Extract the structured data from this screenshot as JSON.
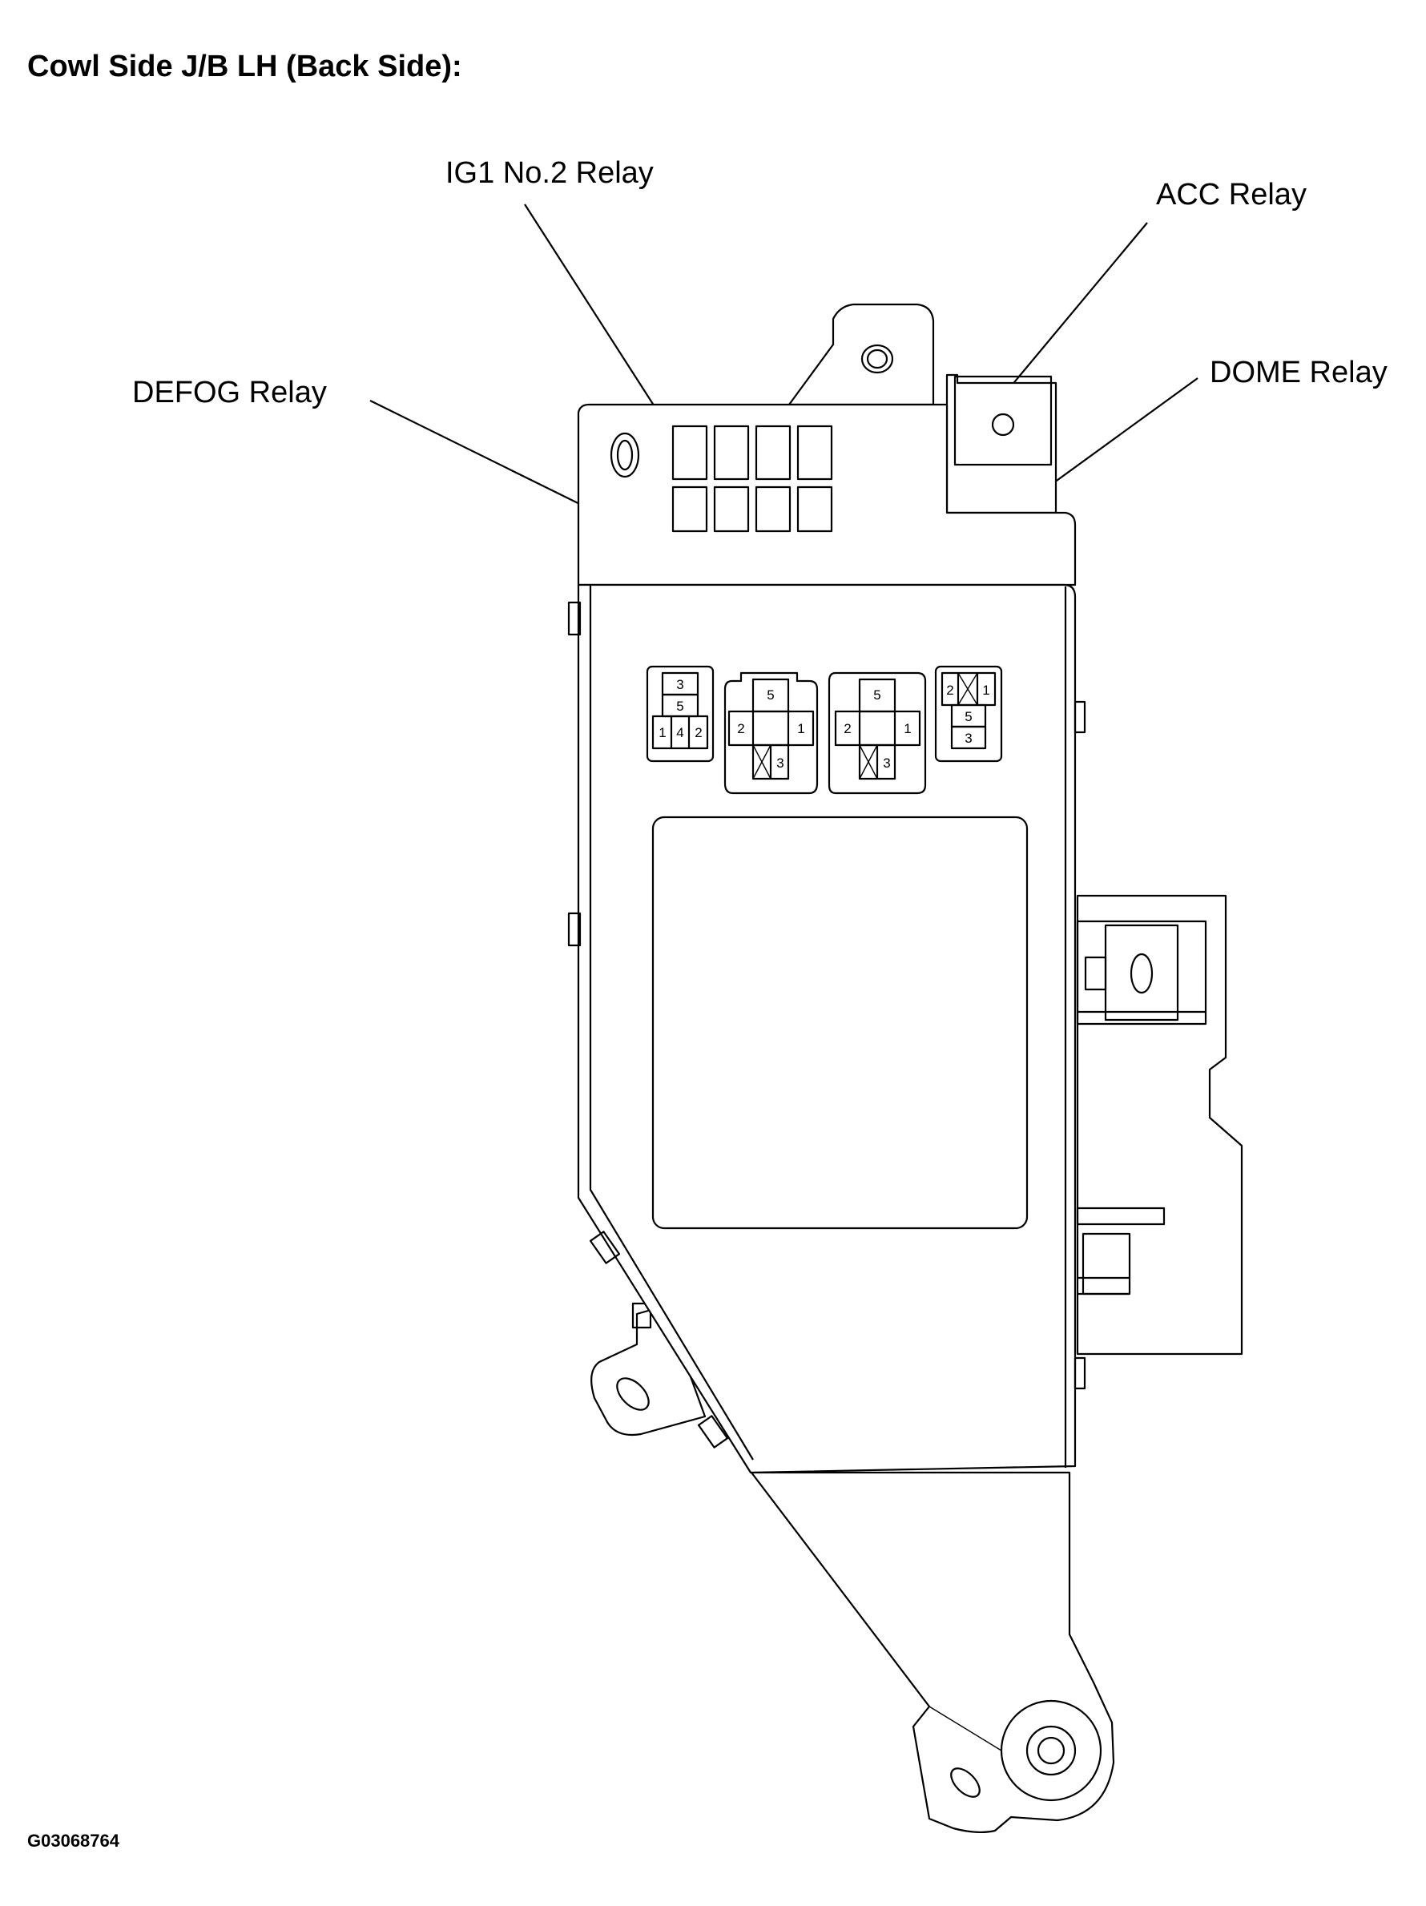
{
  "title": "Cowl Side J/B LH (Back Side):",
  "callouts": {
    "ig1_no2": "IG1 No.2 Relay",
    "acc": "ACC Relay",
    "defog": "DEFOG Relay",
    "dome": "DOME Relay"
  },
  "figure_code": "G03068764",
  "connectors": {
    "c1": [
      "3",
      "5",
      "1",
      "4",
      "2"
    ],
    "c2": [
      "5",
      "2",
      "1",
      "3"
    ],
    "c3": [
      "5",
      "2",
      "1",
      "3"
    ],
    "c4": [
      "2",
      "1",
      "5",
      "3"
    ]
  }
}
